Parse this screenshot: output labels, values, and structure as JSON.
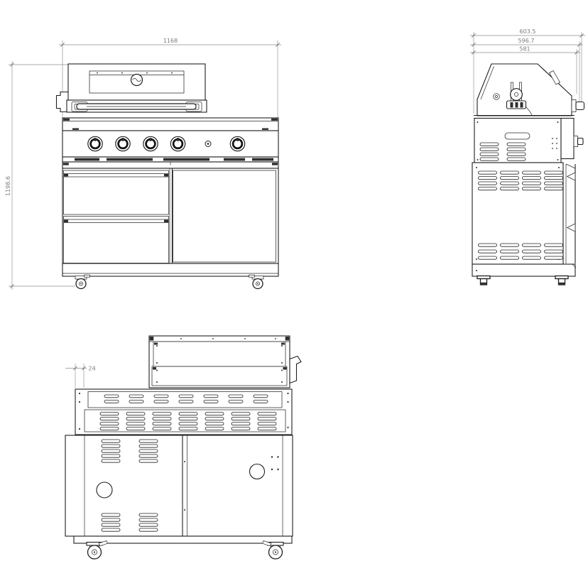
{
  "dimensions": {
    "front_width": "1168",
    "front_height": "1198.6",
    "side_depth_overall": "603.5",
    "side_depth_body": "596.7",
    "side_depth_hood": "581",
    "rear_offset": "24"
  }
}
